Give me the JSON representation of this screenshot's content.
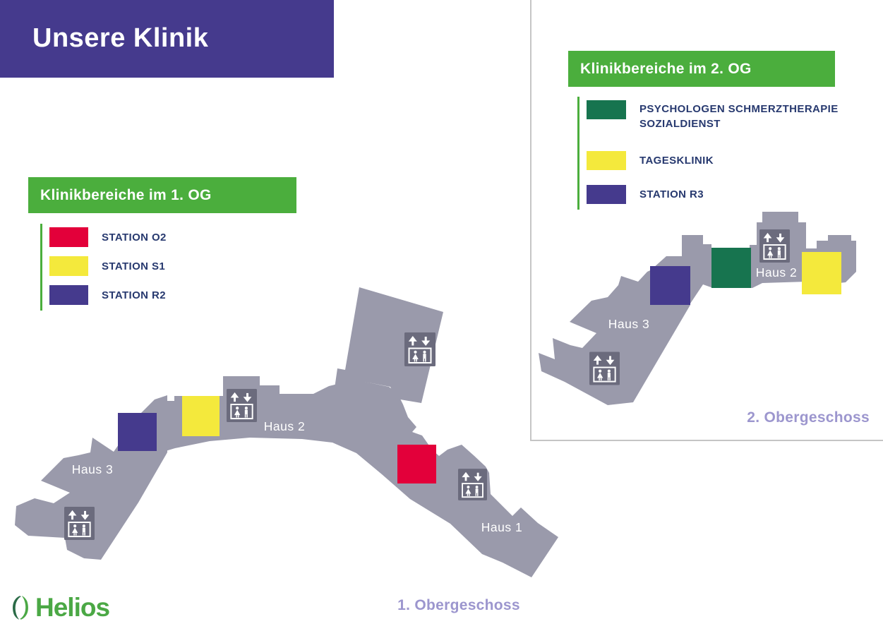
{
  "header": {
    "title": "Unsere Klinik"
  },
  "colors": {
    "brand_purple": "#453A8D",
    "green": "#4BAE3D",
    "dark_green": "#17744F",
    "yellow": "#F4E93C",
    "red": "#E3003A",
    "building_gray": "#9A9AAB",
    "elevator_gray": "#6B6B7D",
    "label_navy": "#27396F",
    "caption_lavender": "#9C96CE",
    "helios_green": "#4BA845"
  },
  "floor1": {
    "legend_title": "Klinikbereiche im 1. OG",
    "legend": [
      {
        "label": "STATION O2",
        "color": "#E3003A"
      },
      {
        "label": "STATION S1",
        "color": "#F4E93C"
      },
      {
        "label": "STATION R2",
        "color": "#453A8D"
      }
    ],
    "buildings": {
      "haus1": "Haus 1",
      "haus2": "Haus 2",
      "haus3": "Haus 3"
    },
    "caption": "1. Obergeschoss"
  },
  "floor2": {
    "legend_title": "Klinikbereiche im 2. OG",
    "legend": [
      {
        "label": "PSYCHOLOGEN SCHMERZTHERAPIE\nSOZIALDIENST",
        "color": "#17744F"
      },
      {
        "label": "TAGESKLINIK",
        "color": "#F4E93C"
      },
      {
        "label": "STATION R3",
        "color": "#453A8D"
      }
    ],
    "buildings": {
      "haus2": "Haus 2",
      "haus3": "Haus 3"
    },
    "caption": "2. Obergeschoss"
  },
  "logo": {
    "wordmark": "Helios"
  }
}
